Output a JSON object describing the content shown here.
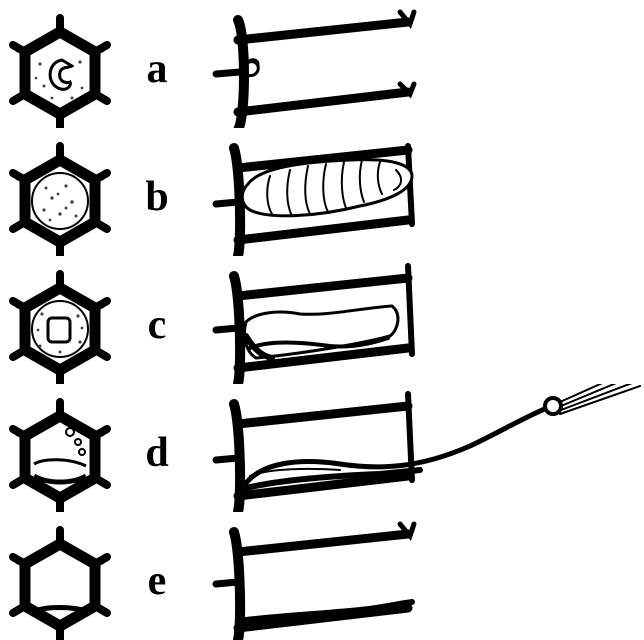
{
  "figure": {
    "stages": [
      {
        "label": "a",
        "content": "egg-larva"
      },
      {
        "label": "b",
        "content": "larva"
      },
      {
        "label": "c",
        "content": "shrunken-larva"
      },
      {
        "label": "d",
        "content": "ropy-remains"
      },
      {
        "label": "e",
        "content": "dry-scale"
      }
    ]
  },
  "colors": {
    "ink": "#000000",
    "paper": "#ffffff",
    "stipple": "#444444"
  }
}
